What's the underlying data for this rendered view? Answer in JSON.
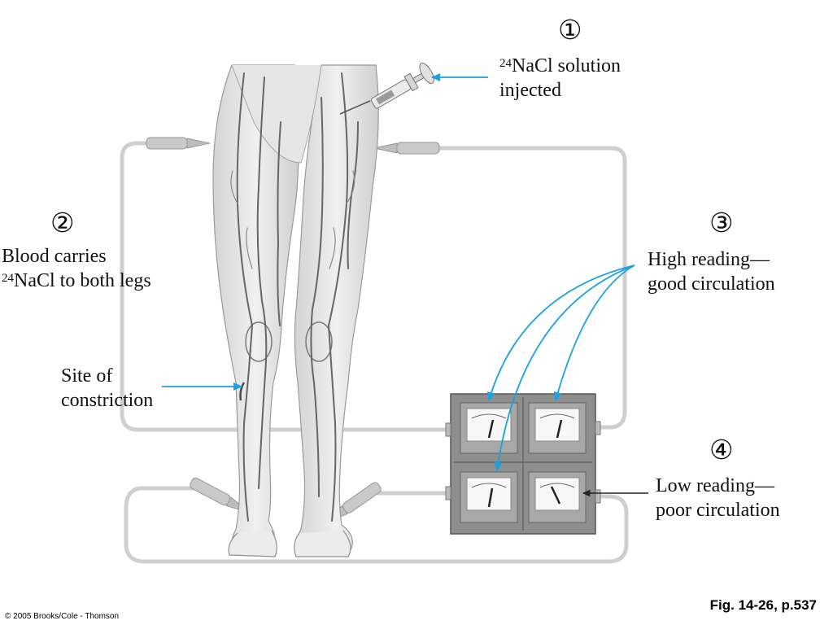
{
  "steps": {
    "s1": {
      "number": "①",
      "isotope": "24",
      "line1": "NaCl solution",
      "line2": "injected"
    },
    "s2": {
      "number": "②",
      "line1": "Blood carries",
      "isotope": "24",
      "line2": "NaCl to both legs"
    },
    "s3": {
      "number": "③",
      "line1": "High reading—",
      "line2": "good circulation"
    },
    "s4": {
      "number": "④",
      "line1": "Low reading—",
      "line2": "poor circulation"
    }
  },
  "constriction": {
    "line1": "Site of",
    "line2": "constriction"
  },
  "figure_ref": "Fig. 14-26, p.537",
  "copyright": "© 2005 Brooks/Cole - Thomson",
  "colors": {
    "arrow_blue": "#1aa3df",
    "tube": "#d2d2d2",
    "meter_box": "#8e8e8e",
    "skin": "#ececec",
    "vein": "#6a6a6a"
  }
}
